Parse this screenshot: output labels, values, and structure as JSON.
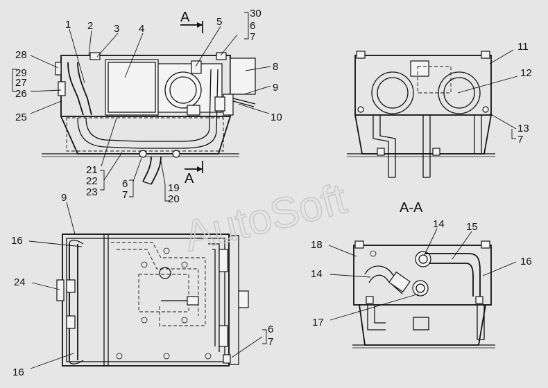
{
  "watermark": "AutoSoft",
  "section_title": "A-A",
  "section_marks": {
    "top": "A",
    "bottom": "A"
  },
  "labels": {
    "p1": "1",
    "p2": "2",
    "p3": "3",
    "p4": "4",
    "p5": "5",
    "p30": "30",
    "p6a": "6",
    "p7a": "7",
    "p8": "8",
    "p9a": "9",
    "p10": "10",
    "p28": "28",
    "p29": "29",
    "p27": "27",
    "p26": "26",
    "p25": "25",
    "p21": "21",
    "p22": "22",
    "p23": "23",
    "p6b": "6",
    "p7b": "7",
    "p19": "19",
    "p20": "20",
    "p11": "11",
    "p12": "12",
    "p13": "13",
    "p7c": "7",
    "p9b": "9",
    "p16a": "16",
    "p24": "24",
    "p16b": "16",
    "p6c": "6",
    "p7d": "7",
    "p18": "18",
    "p14a": "14",
    "p15": "15",
    "p14b": "14",
    "p16c": "16",
    "p17": "17"
  }
}
